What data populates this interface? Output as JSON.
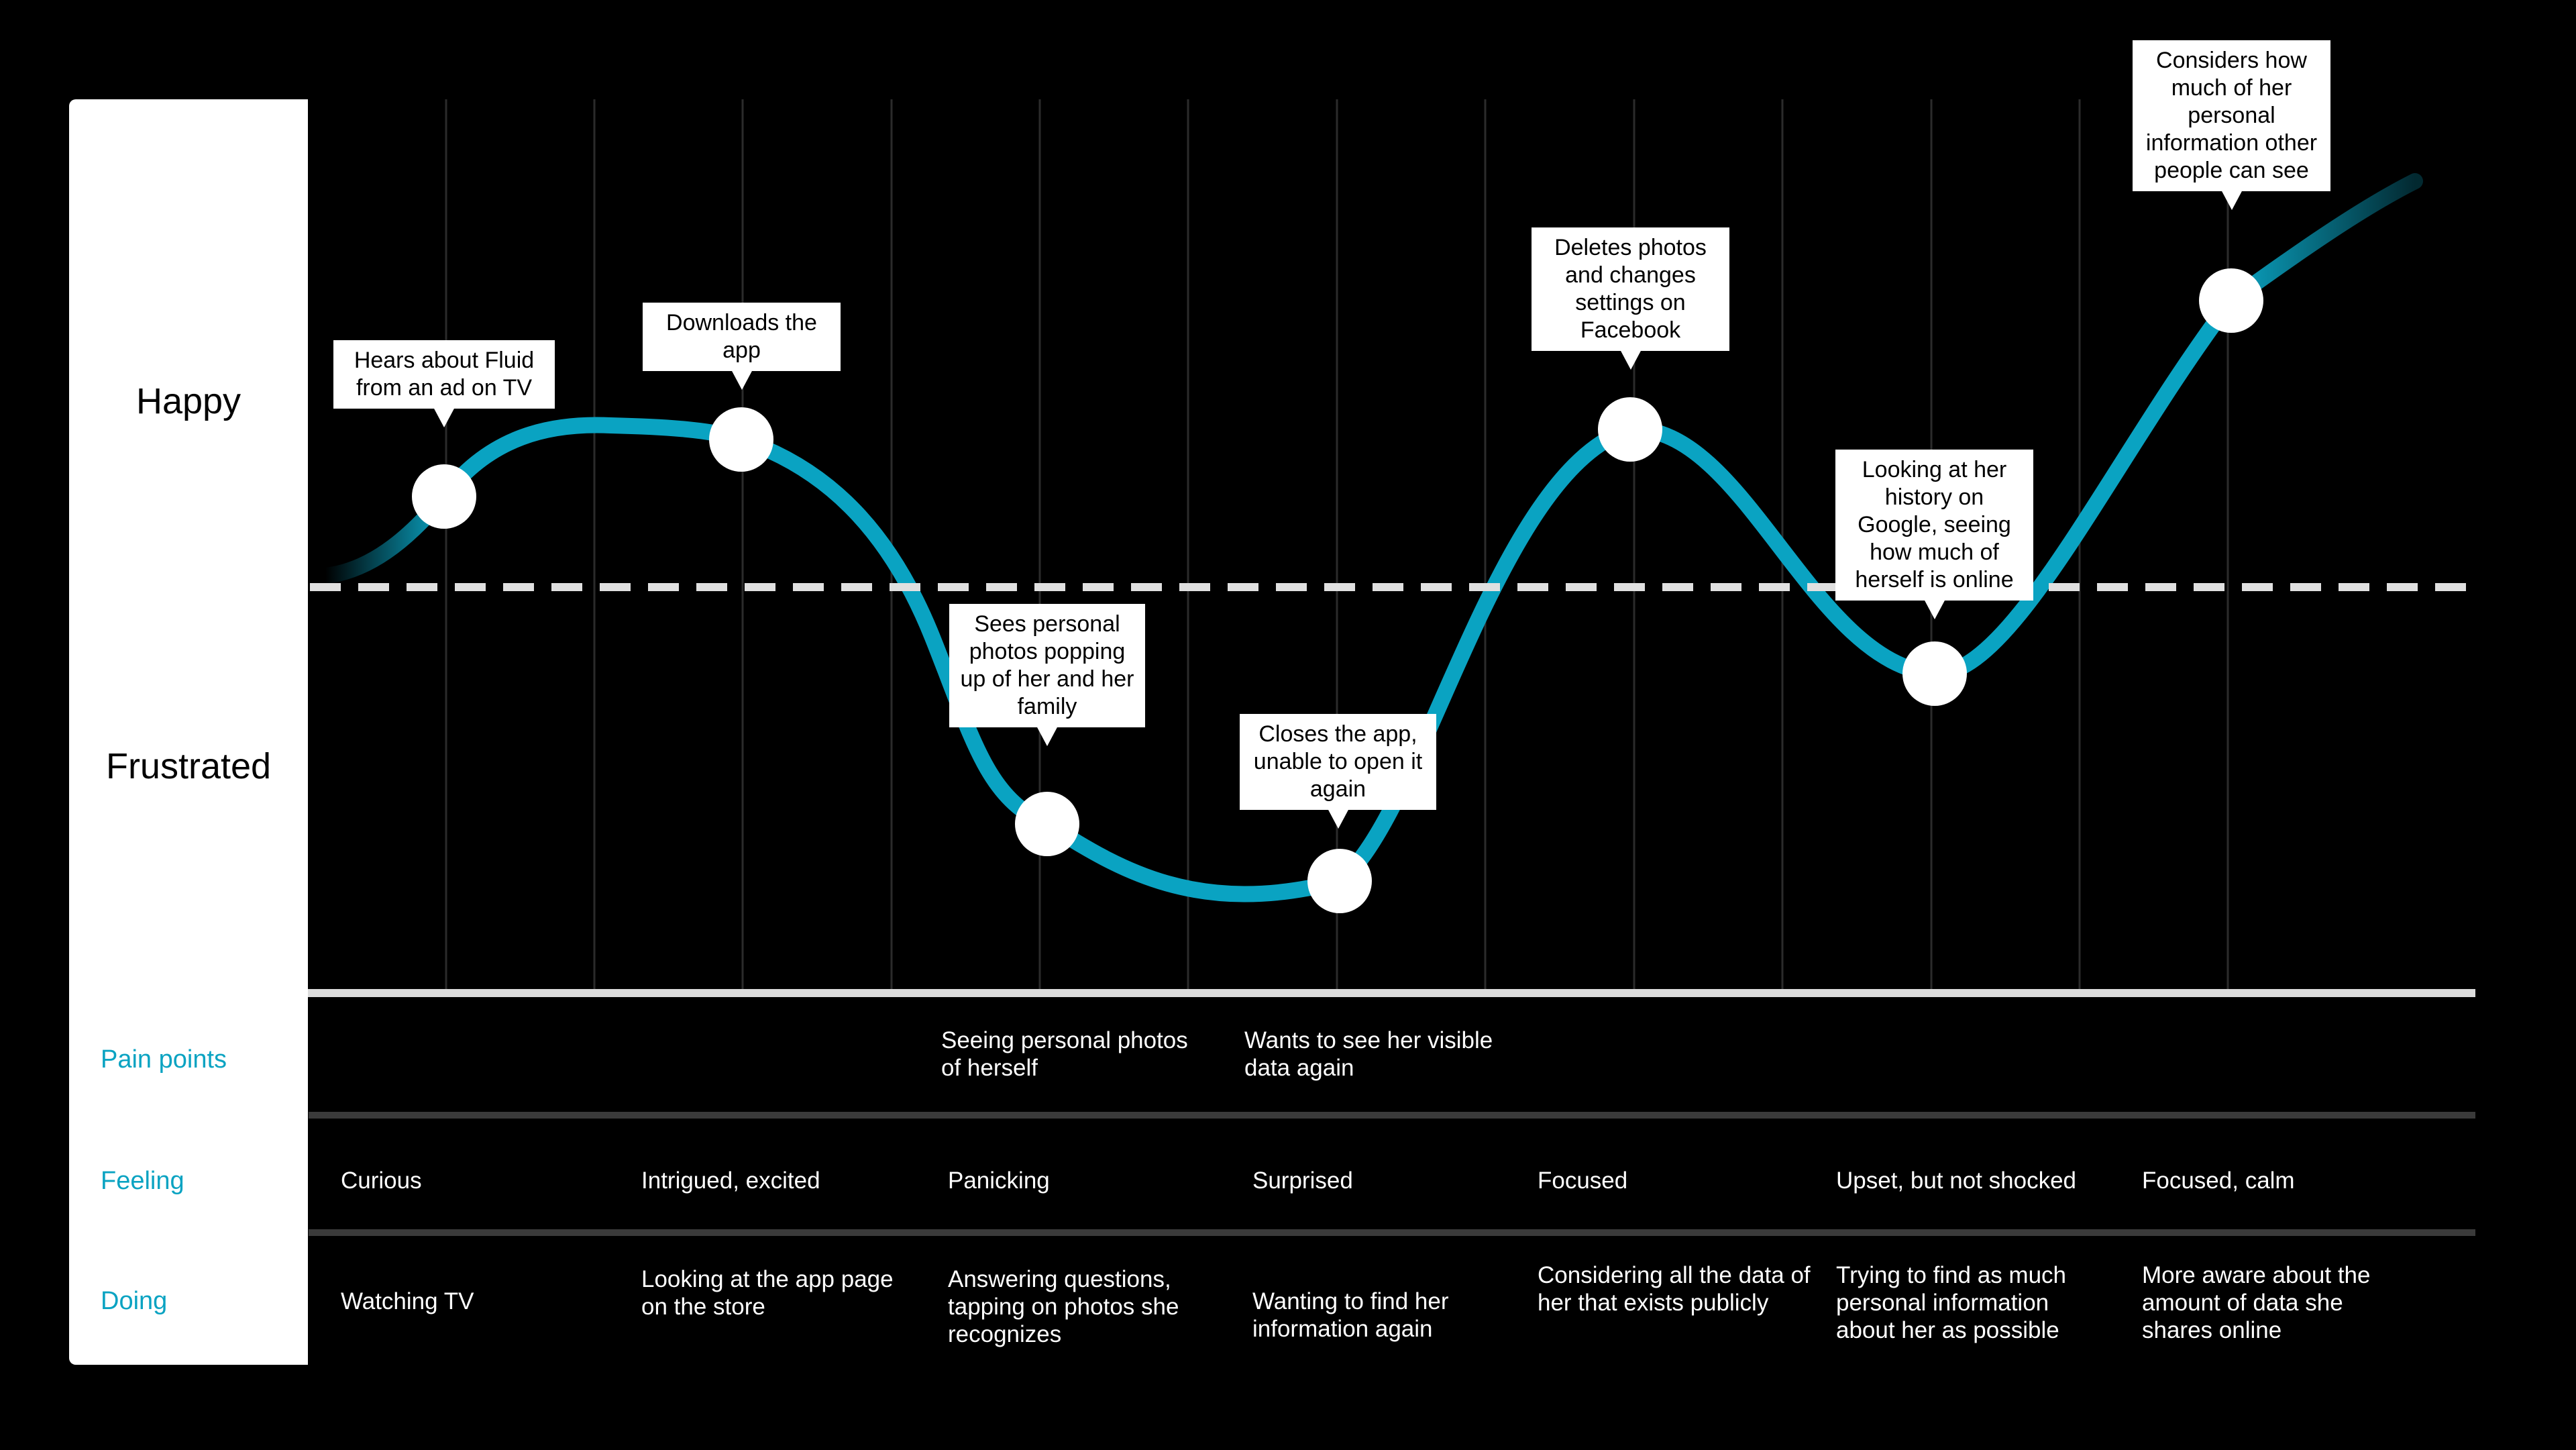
{
  "levels": {
    "happy": "Happy",
    "frustrated": "Frustrated"
  },
  "rows": {
    "pain_points": "Pain points",
    "feeling": "Feeling",
    "doing": "Doing"
  },
  "colors": {
    "curve": "#0aa3c2",
    "row_label": "#0aa3c2",
    "panel": "#ffffff",
    "background": "#000000"
  },
  "stages": [
    {
      "event": "Hears about Fluid from an ad on TV",
      "pain": "",
      "feeling": "Curious",
      "doing": "Watching TV"
    },
    {
      "event": "Downloads the app",
      "pain": "",
      "feeling": "Intrigued, excited",
      "doing": "Looking at the app page on the store"
    },
    {
      "event": "Sees personal photos popping up of her and her family",
      "pain": "Seeing personal photos of herself",
      "feeling": "Panicking",
      "doing": "Answering questions, tapping on photos she recognizes"
    },
    {
      "event": "Closes the app, unable to open it again",
      "pain": "Wants to see her visible data again",
      "feeling": "Surprised",
      "doing": "Wanting to find her information again"
    },
    {
      "event": "Deletes photos and changes settings on Facebook",
      "pain": "",
      "feeling": "Focused",
      "doing": "Considering all the data of her that exists publicly"
    },
    {
      "event": "Looking at her history on Google, seeing how much of herself is online",
      "pain": "",
      "feeling": "Upset, but not shocked",
      "doing": "Trying to find as much personal information about her as possible"
    },
    {
      "event": "Considers how much of her personal information other people can see",
      "pain": "",
      "feeling": "Focused, calm",
      "doing": "More aware about the amount of data she shares online"
    }
  ]
}
